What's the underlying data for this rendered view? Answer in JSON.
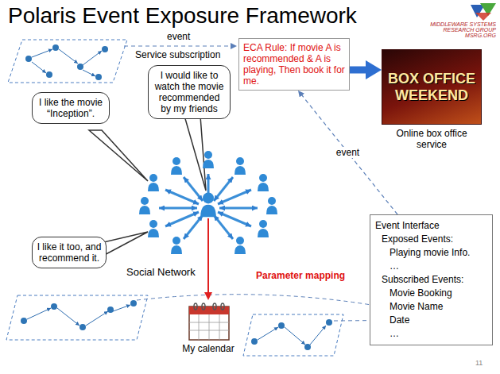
{
  "diagram": {
    "title": "Polaris Event Exposure Framework",
    "nodes": [
      {
        "text": [
          "I like the movie “Inception”."
        ]
      },
      {
        "text": [
          "I would like to watch the movie recommended by my friends"
        ]
      },
      {
        "text": [
          "I like it too, and recommend it."
        ]
      },
      {
        "text": [
          "ECA Rule: If movie A is recommended & A is playing, Then book it for me."
        ]
      },
      {
        "text": [
          "BOX OFFICE WEEKEND",
          "Online box office service"
        ]
      },
      {
        "text": [
          "Social Network"
        ]
      },
      {
        "text": [
          "Event Interface",
          "Exposed Events:",
          "Playing movie Info.",
          "…",
          "Subscribed Events:",
          "Movie Booking",
          "Movie Name",
          "Date",
          "…"
        ]
      },
      {
        "text": [
          "My calendar"
        ]
      }
    ],
    "edges": [
      {
        "from": 3,
        "to": 4,
        "arrow": "to"
      },
      {
        "from": 5,
        "to": 7,
        "arrow": "to"
      },
      {
        "from": 6,
        "to": 3,
        "label": "event",
        "arrow": "to"
      }
    ],
    "labels": [
      "event",
      "Service subscription",
      "Parameter mapping",
      "MIDDLEWARE SYSTEMS",
      "RESEARCH GROUP",
      "MSRG.ORG",
      "11"
    ]
  }
}
